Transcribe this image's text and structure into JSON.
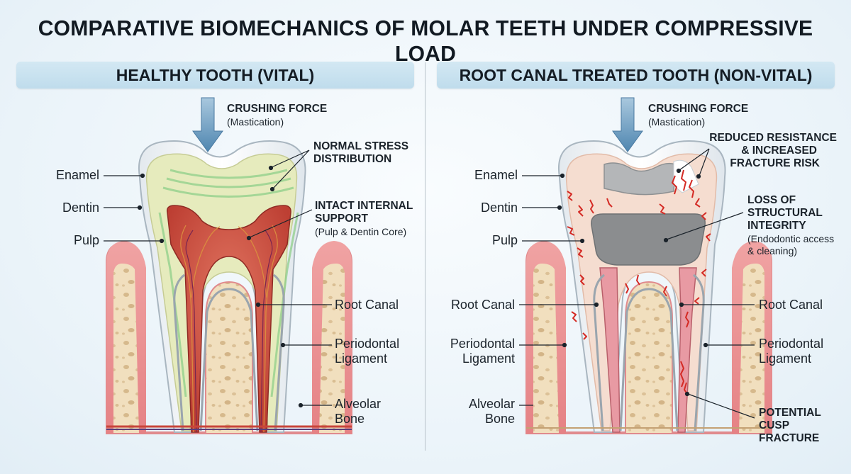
{
  "title": "COMPARATIVE BIOMECHANICS OF MOLAR TEETH UNDER COMPRESSIVE LOAD",
  "colors": {
    "banner": "#c6e0ee",
    "enamel": "#f4f7f9",
    "dentin_healthy": "#e6ebbd",
    "dentin_treated": "#f5ddd0",
    "pulp": "#c84a3c",
    "gutta_percha": "#e89aa3",
    "gum": "#e88f92",
    "bone": "#f1dfbe",
    "crack": "#d42a24",
    "arrow": "#5a8db4",
    "filling": "#9d9fa1"
  },
  "left": {
    "header": "HEALTHY TOOTH (VITAL)",
    "force": {
      "title": "CRUSHING FORCE",
      "sub": "(Mastication)"
    },
    "stress": {
      "line1": "NORMAL STRESS",
      "line2": "DISTRIBUTION"
    },
    "support": {
      "line1": "INTACT INTERNAL",
      "line2": "SUPPORT",
      "sub": "(Pulp & Dentin Core)"
    },
    "labels": {
      "enamel": "Enamel",
      "dentin": "Dentin",
      "pulp": "Pulp",
      "root_canal": "Root Canal",
      "pdl_1": "Periodontal",
      "pdl_2": "Ligament",
      "bone_1": "Alveolar",
      "bone_2": "Bone"
    }
  },
  "right": {
    "header": "ROOT CANAL TREATED TOOTH (NON-VITAL)",
    "force": {
      "title": "CRUSHING FORCE",
      "sub": "(Mastication)"
    },
    "risk": {
      "line1": "REDUCED RESISTANCE",
      "line2": "& INCREASED",
      "line3": "FRACTURE RISK"
    },
    "loss": {
      "line1": "LOSS OF",
      "line2": "STRUCTURAL",
      "line3": "INTEGRITY",
      "sub1": "(Endodontic access",
      "sub2": "& cleaning)"
    },
    "fracture": {
      "line1": "POTENTIAL",
      "line2": "CUSP",
      "line3": "FRACTURE"
    },
    "labels": {
      "enamel": "Enamel",
      "dentin": "Dentin",
      "pulp": "Pulp",
      "root_canal_left": "Root Canal",
      "root_canal_right": "Root Canal",
      "pdl_left_1": "Periodontal",
      "pdl_left_2": "Ligament",
      "pdl_right_1": "Periodontal",
      "pdl_right_2": "Ligament",
      "bone_1": "Alveolar",
      "bone_2": "Bone"
    }
  }
}
